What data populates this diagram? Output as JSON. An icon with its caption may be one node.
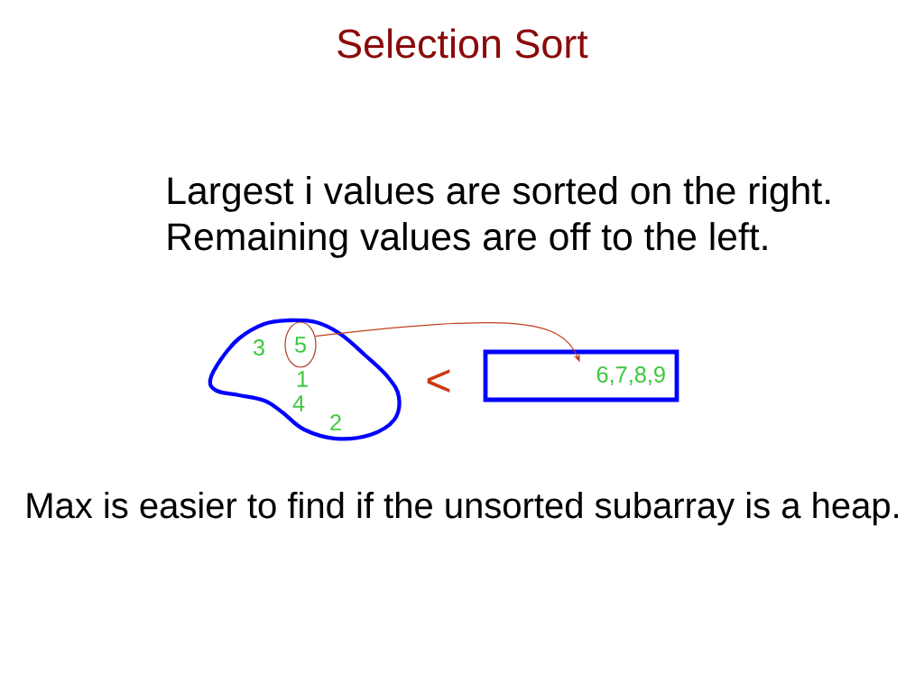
{
  "diagram": {
    "title": "Selection Sort",
    "nodes": [
      {
        "text": [
          "3",
          "1",
          "4",
          "2"
        ]
      },
      {
        "text": [
          "5"
        ],
        "in": 0
      },
      {
        "text": [
          "6,7,8,9"
        ]
      }
    ],
    "edges": [
      {
        "from": 1,
        "to": 2,
        "arrow": "to",
        "color": "#c0401f"
      }
    ],
    "labels": [
      "Largest i values are sorted on the right.",
      "Remaining values are off to the left.",
      "<",
      "Max is easier to find if the unsorted subarray is a heap."
    ]
  }
}
